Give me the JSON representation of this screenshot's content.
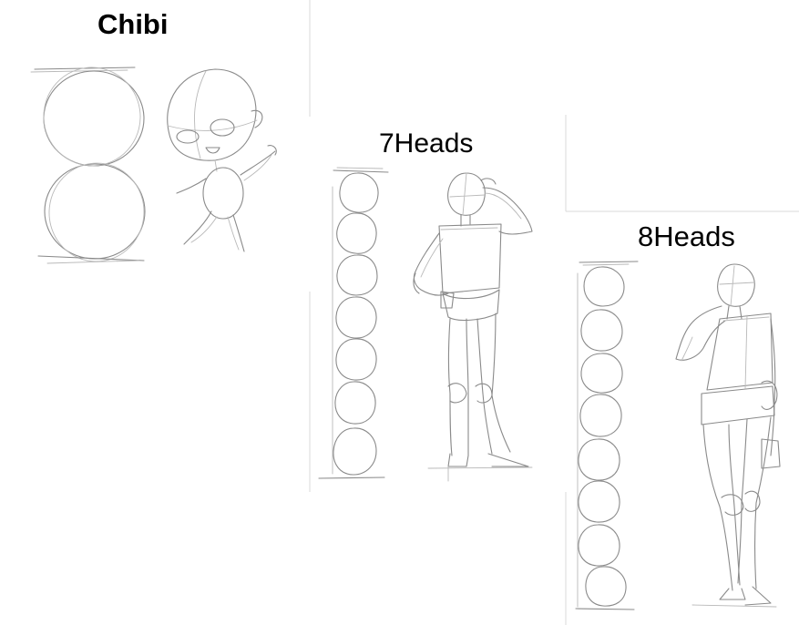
{
  "panels": {
    "chibi": {
      "title": "Chibi"
    },
    "seven": {
      "title": "7Heads"
    },
    "eight": {
      "title": "8Heads"
    }
  }
}
